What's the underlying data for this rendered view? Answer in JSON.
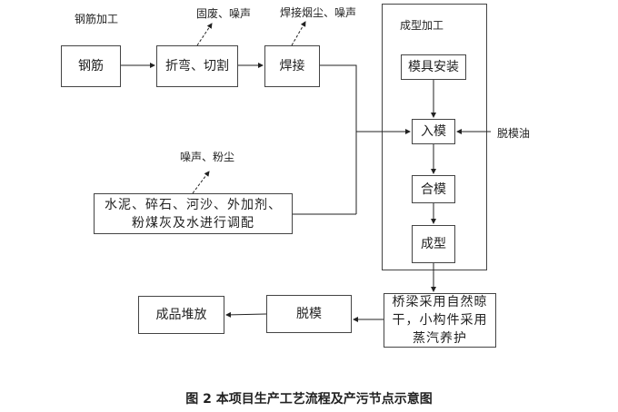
{
  "diagram": {
    "section_rebar": "钢筋加工",
    "section_forming": "成型加工",
    "nodes": {
      "rebar": "钢筋",
      "bend_cut": "折弯、切割",
      "welding": "焊接",
      "mixing": "水泥、碎石、河沙、外加剂、粉煤灰及水进行调配",
      "mold_install": "模具安装",
      "into_mold": "入模",
      "close_mold": "合模",
      "forming": "成型",
      "curing": "桥梁采用自然晾干，小构件采用蒸汽养护",
      "demold": "脱模",
      "stacking": "成品堆放"
    },
    "emissions": {
      "bend_cut": "固废、噪声",
      "welding": "焊接烟尘、噪声",
      "mixing": "噪声、粉尘"
    },
    "inputs": {
      "release_oil": "脱模油"
    }
  },
  "caption": "图 2  本项目生产工艺流程及产污节点示意图"
}
